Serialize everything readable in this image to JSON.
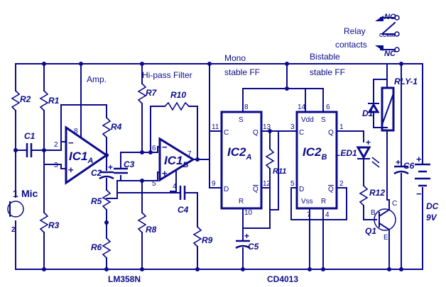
{
  "sections": {
    "amp": "Amp.",
    "hipass": "Hi-pass Filter",
    "mono1": "Mono",
    "mono2": "stable FF",
    "bi1": "Bistable",
    "bi2": "stable FF",
    "relay1": "Relay",
    "relay2": "contacts"
  },
  "relay": {
    "no": "NO",
    "comm": "COMM",
    "nc": "NC",
    "name": "RLY-1"
  },
  "resistors": {
    "r1": "R1",
    "r2": "R2",
    "r3": "R3",
    "r4": "R4",
    "r5": "R5",
    "r6": "R6",
    "r7": "R7",
    "r8": "R8",
    "r9": "R9",
    "r10": "R10",
    "r11": "R11",
    "r12": "R12"
  },
  "capacitors": {
    "c1": "C1",
    "c2": "C2",
    "c3": "C3",
    "c4": "C4",
    "c5": "C5",
    "c6": "C6"
  },
  "ics": {
    "ic1a": "IC1",
    "ic1a_sub": "A",
    "ic1b": "IC1",
    "ic1b_sub": "B",
    "ic2a": "IC2",
    "ic2a_sub": "A",
    "ic2b": "IC2",
    "ic2b_sub": "B"
  },
  "others": {
    "d1": "D1",
    "led1": "LED1",
    "q1": "Q1",
    "mic": "Mic",
    "mic_pin1": "1",
    "mic_pin2": "2",
    "dc1": "DC",
    "dc2": "9V"
  },
  "parts": {
    "lm358": "LM358N",
    "cd4013": "CD4013"
  },
  "pins": {
    "p8": "8",
    "p2": "2",
    "p3": "3",
    "p6": "6",
    "p5": "5",
    "p7": "7",
    "p4": "4",
    "p11": "11",
    "p9": "9",
    "p13": "13",
    "p12": "12",
    "p8b": "8",
    "p10": "10",
    "p14": "14",
    "p6b": "6",
    "p3b": "3",
    "p1": "1",
    "p5b": "5",
    "p2b": "2",
    "p7b": "7",
    "p4b": "4"
  },
  "ffpins": {
    "s1": "S",
    "c1": "C",
    "q1": "Q",
    "d1": "D",
    "qb1": "Q",
    "r1": "R",
    "vdd": "Vdd",
    "s2": "S",
    "c2": "C",
    "q2": "Q",
    "d2": "D",
    "qb2": "Q",
    "vss": "Vss",
    "r2": "R"
  },
  "transistor": {
    "b": "B",
    "c": "C",
    "e": "E"
  },
  "polarity": {
    "plus": "+",
    "minus": "−"
  }
}
